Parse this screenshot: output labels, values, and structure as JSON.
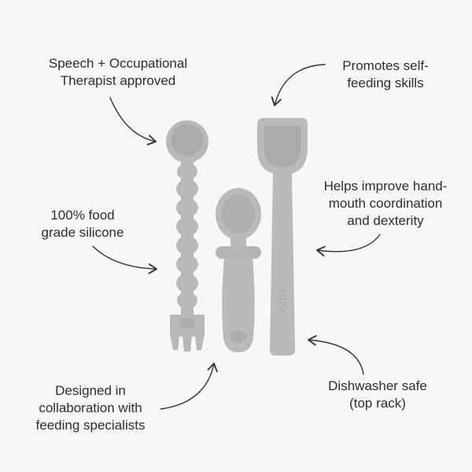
{
  "callouts": {
    "speech": {
      "line1": "Speech + Occupational",
      "line2": "Therapist approved"
    },
    "promotes": {
      "line1": "Promotes self-",
      "line2": "feeding skills"
    },
    "helps": {
      "line1": "Helps improve hand-",
      "line2": "mouth coordination",
      "line3": "and dexterity"
    },
    "food": {
      "line1": "100% food",
      "line2": "grade silicone"
    },
    "designed": {
      "line1": "Designed in",
      "line2": "collaboration with",
      "line3": "feeding specialists"
    },
    "dishwasher": {
      "line1": "Dishwasher safe",
      "line2": "(top rack)"
    }
  },
  "utensils": {
    "brand_text": "ezpz",
    "items": [
      "spork-utensil",
      "mini-spoon-utensil",
      "long-scoop-utensil"
    ]
  },
  "colors": {
    "background": "#f7f7f6",
    "silicone": "#b9bab9",
    "silicone_dark": "#a8a9a8",
    "arrow": "#333333"
  }
}
